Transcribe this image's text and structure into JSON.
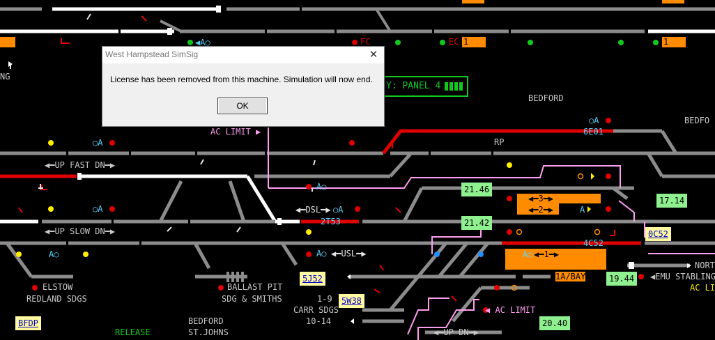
{
  "window": {
    "title": "West Hampstead SimSig"
  },
  "dialog": {
    "title": "West Hampstead SimSig",
    "close_glyph": "✕",
    "message": "License has been removed from this machine. Simulation will now end.",
    "ok_label": "OK"
  },
  "panel": {
    "label": "Y: PANEL 4"
  },
  "labels": {
    "bedford_top": "BEDFORD",
    "bedford_right": "BEDFO",
    "rp": "RP",
    "ng": "NG",
    "ac_limit_top": "AC LIMIT",
    "up_fast_dn": "UP FAST DN",
    "up_slow_dn": "UP SLOW DN",
    "dsl": "DSL",
    "usl": "USL",
    "elstow": "ELSTOW",
    "redland": "REDLAND SDGS",
    "ballast_pit": "BALLAST PIT",
    "sdg_smiths": "SDG & SMITHS",
    "carr_1_9": "1-9",
    "carr_sdgs": "CARR SDGS",
    "carr_10_14": "10-14",
    "release": "RELEASE",
    "bedford_stjohns_1": "BEDFORD",
    "bedford_stjohns_2": "ST.JOHNS",
    "ac_limit_bottom": "AC LIMIT",
    "up_dn_bottom": "UP DN",
    "one_a_bay": "1A/BAY",
    "emu_stabling": "EMU STABLING",
    "north": "NORT",
    "ac_li": "AC LI",
    "signal_ec": "EC",
    "signal_fc": "FC",
    "signal_a1": "A",
    "signal_a2": "A",
    "signal_a3": "A",
    "signal_a4": "A",
    "signal_a5": "A",
    "signal_a6": "A",
    "signal_a7": "A",
    "signal_a8": "A",
    "signal_a9": "A",
    "signal_a10": "A",
    "signal_a11": "A"
  },
  "berths": {
    "b_6e01": "6E01",
    "b_2t53": "2T53",
    "b_4c52": "4C52",
    "b_21_46": "21.46",
    "b_21_42": "21.42",
    "b_17_14": "17.14",
    "b_19_44": "19.44",
    "b_20_40": "20.40",
    "b_0c52": "0C52",
    "b_5j52": "5J52",
    "b_5w38": "5W38",
    "b_bfdp": "BFDP",
    "o_1_top_a": "1",
    "o_1_top_b": "1",
    "o_3": "3",
    "o_2": "2",
    "o_1_mid": "1"
  },
  "colors": {
    "track_grey": "#8c8c8c",
    "track_white": "#ffffff",
    "track_red": "#e00000",
    "route_pink": "#ff9ef0",
    "orange": "#ff8c00",
    "panel_green": "#12c81e"
  }
}
